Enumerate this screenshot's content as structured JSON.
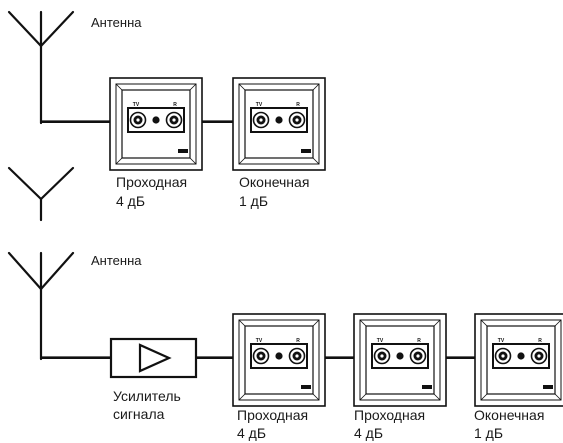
{
  "diagram": {
    "antenna_label_1": "Антенна",
    "antenna_label_2": "Антенна",
    "amplifier": {
      "line1": "Усилитель",
      "line2": "сигнала"
    },
    "outlet_jack_labels": {
      "tv": "TV",
      "r": "R"
    },
    "top_outlets": [
      {
        "name": "Проходная",
        "loss": "4 дБ"
      },
      {
        "name": "Оконечная",
        "loss": "1 дБ"
      }
    ],
    "bottom_outlets": [
      {
        "name": "Проходная",
        "loss": "4 дБ"
      },
      {
        "name": "Проходная",
        "loss": "4 дБ"
      },
      {
        "name": "Оконечная",
        "loss": "1 дБ"
      }
    ]
  }
}
